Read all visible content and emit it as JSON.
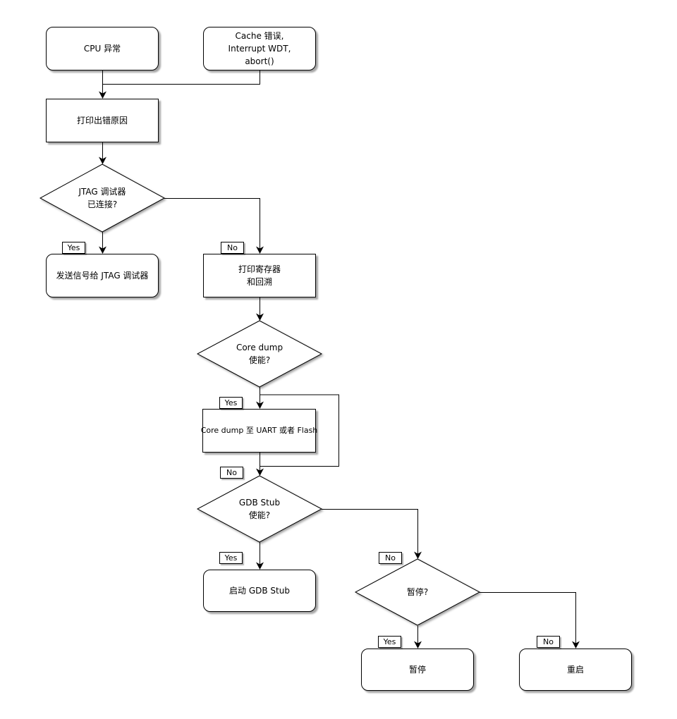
{
  "flowchart": {
    "yes_label": "Yes",
    "no_label": "No",
    "colors": {
      "stroke": "#000000",
      "fill": "#ffffff",
      "shadow": "rgba(0,0,0,0.38)"
    },
    "nodes": {
      "cpu_exception": {
        "lines": [
          "CPU 异常"
        ]
      },
      "cache_error": {
        "lines": [
          "Cache 错误,",
          "Interrupt WDT,",
          "abort()"
        ]
      },
      "print_error_cause": {
        "lines": [
          "打印出错原因"
        ]
      },
      "jtag_debugger_connected": {
        "lines": [
          "JTAG 调试器",
          "已连接?"
        ]
      },
      "send_signal_to_jtag": {
        "lines": [
          "发送信号给 JTAG 调试器"
        ]
      },
      "print_registers_backtrace": {
        "lines": [
          "打印寄存器",
          "和回溯"
        ]
      },
      "core_dump_enabled": {
        "lines": [
          "Core dump",
          "使能?"
        ]
      },
      "core_dump_to_uart_flash": {
        "lines": [
          "Core dump 至 UART 或者 Flash"
        ]
      },
      "gdb_stub_enabled": {
        "lines": [
          "GDB Stub",
          "使能?"
        ]
      },
      "start_gdb_stub": {
        "lines": [
          "启动 GDB Stub"
        ]
      },
      "halt_decision": {
        "lines": [
          "暂停?"
        ]
      },
      "halt": {
        "lines": [
          "暂停"
        ]
      },
      "reboot": {
        "lines": [
          "重启"
        ]
      }
    }
  }
}
